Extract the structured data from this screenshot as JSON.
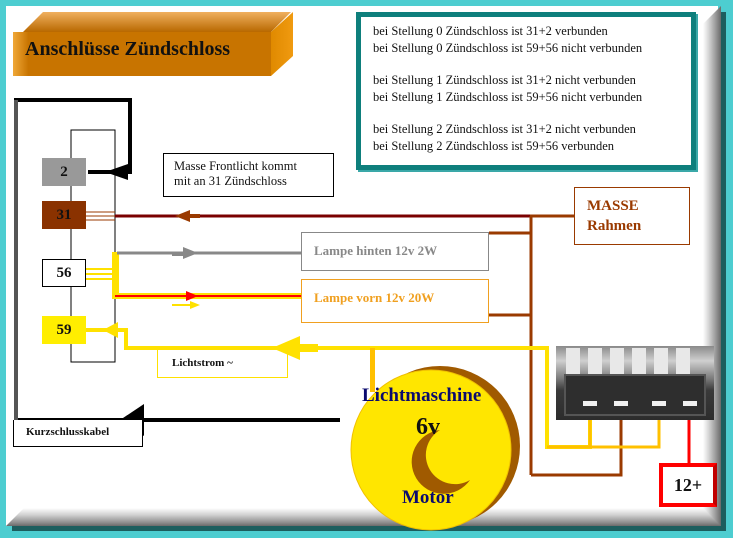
{
  "title": "Anschlüsse Zündschloss",
  "info": {
    "lines": [
      "bei Stellung 0 Zündschloss ist 31+2 verbunden",
      "bei Stellung 0 Zündschloss ist 59+56 nicht verbunden",
      "bei Stellung 1 Zündschloss ist 31+2 nicht verbunden",
      "bei Stellung 1 Zündschloss ist 59+56 nicht verbunden",
      "bei Stellung 2 Zündschloss ist 31+2 nicht verbunden",
      "bei Stellung 2 Zündschloss ist 59+56  verbunden"
    ]
  },
  "pins": {
    "p2": "2",
    "p31": "31",
    "p56": "56",
    "p59": "59"
  },
  "labels": {
    "note_line1": "Masse Frontlicht kommt",
    "note_line2": "mit an 31 Zündschloss",
    "lamp_rear": "Lampe hinten 12v 2W",
    "lamp_front": "Lampe vorn 12v 20W",
    "masse_line1": "MASSE",
    "masse_line2": "Rahmen",
    "lichtstrom": "Lichtstrom ~",
    "kurzschluss": "Kurzschlusskabel",
    "plus": "12+"
  },
  "alternator": {
    "title": "Lichtmaschine",
    "voltage": "6v",
    "subtitle": "Motor"
  },
  "colors": {
    "wire_ground": "#7a0000",
    "wire_frame": "#9a3a00",
    "wire_rear": "#888888",
    "wire_front_red": "#ff0000",
    "wire_yellow": "#ffe100",
    "wire_orange": "#ffc000",
    "wire_black": "#000000",
    "wire_plus": "#ff0000"
  }
}
